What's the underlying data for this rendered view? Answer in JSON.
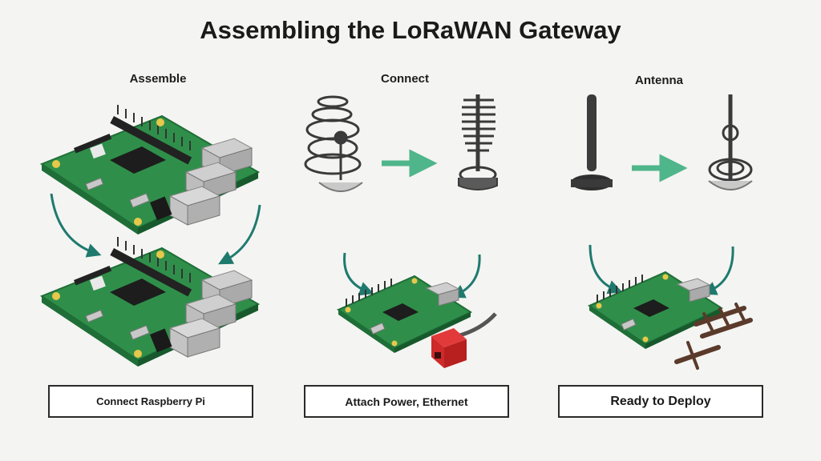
{
  "title": "Assembling the LoRaWAN Gateway",
  "columns": [
    {
      "label": "Assemble",
      "caption": "Connect Raspberry Pi"
    },
    {
      "label": "Connect",
      "caption": "Attach Power, Ethernet"
    },
    {
      "label": "Antenna",
      "caption": "Ready to Deploy"
    }
  ],
  "colors": {
    "board": "#2f8f4a",
    "board_dark": "#1f6e37",
    "arrow_teal": "#1f7a6e",
    "arrow_green": "#4fb58a",
    "metal": "#b8b8b8",
    "ink": "#3a3a3a",
    "red": "#d32a2a"
  },
  "icons": [
    "raspberry-pi-board-icon",
    "coil-antenna-icon",
    "comb-antenna-icon",
    "rod-antenna-icon",
    "ring-antenna-icon",
    "pin-header-icon",
    "power-connector-icon"
  ]
}
